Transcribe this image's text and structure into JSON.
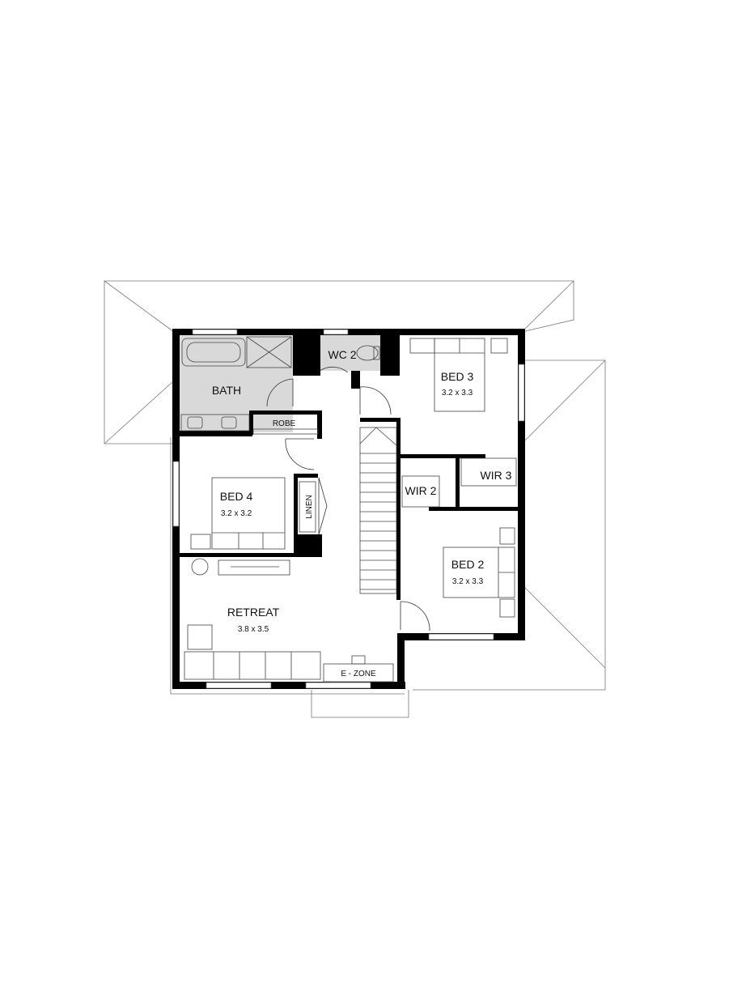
{
  "rooms": {
    "bath": {
      "name": "BATH"
    },
    "wc2": {
      "name": "WC 2"
    },
    "bed3": {
      "name": "BED 3",
      "size": "3.2 x 3.3"
    },
    "robe": {
      "name": "ROBE"
    },
    "bed4": {
      "name": "BED 4",
      "size": "3.2 x 3.2"
    },
    "linen": {
      "name": "LINEN"
    },
    "wir2": {
      "name": "WIR 2"
    },
    "wir3": {
      "name": "WIR 3"
    },
    "bed2": {
      "name": "BED 2",
      "size": "3.2 x 3.3"
    },
    "retreat": {
      "name": "RETREAT",
      "size": "3.8 x 3.5"
    },
    "ezone": {
      "name": "E - ZONE"
    }
  },
  "colors": {
    "wall": "#000000",
    "wet_area": "#d9d9d9",
    "roof_line": "#777777"
  }
}
